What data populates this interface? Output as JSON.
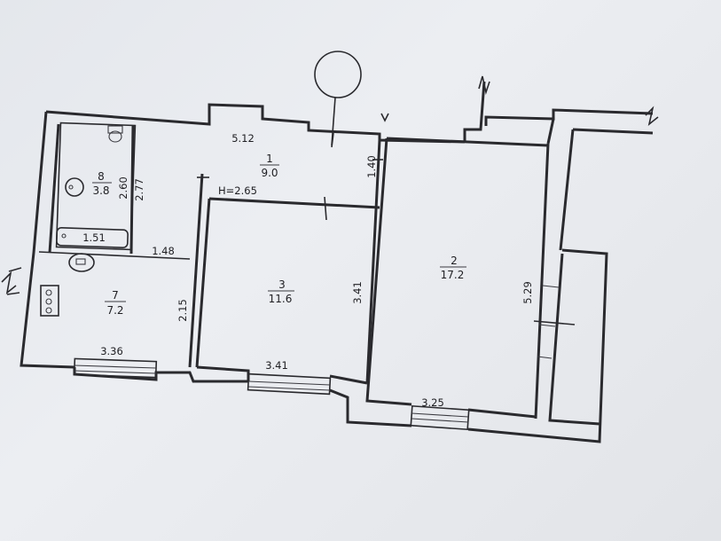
{
  "rooms": [
    {
      "number": "1",
      "area": "9.0"
    },
    {
      "number": "2",
      "area": "17.2"
    },
    {
      "number": "3",
      "area": "11.6"
    },
    {
      "number": "7",
      "area": "7.2"
    },
    {
      "number": "8",
      "area": "3.8"
    }
  ],
  "dimensions": {
    "corridor_top": "5.12",
    "corridor_side": "1.40",
    "ceiling_height": "H=2.65",
    "room2_width": "3.25",
    "room2_height": "5.29",
    "room3_inner": "3.41",
    "room3_width": "3.41",
    "kitchen_width": "3.36",
    "kitchen_height": "2.15",
    "hall_width": "1.48",
    "bath_width": "1.51",
    "bath_depth_a": "2.60",
    "bath_depth_b": "2.77"
  }
}
